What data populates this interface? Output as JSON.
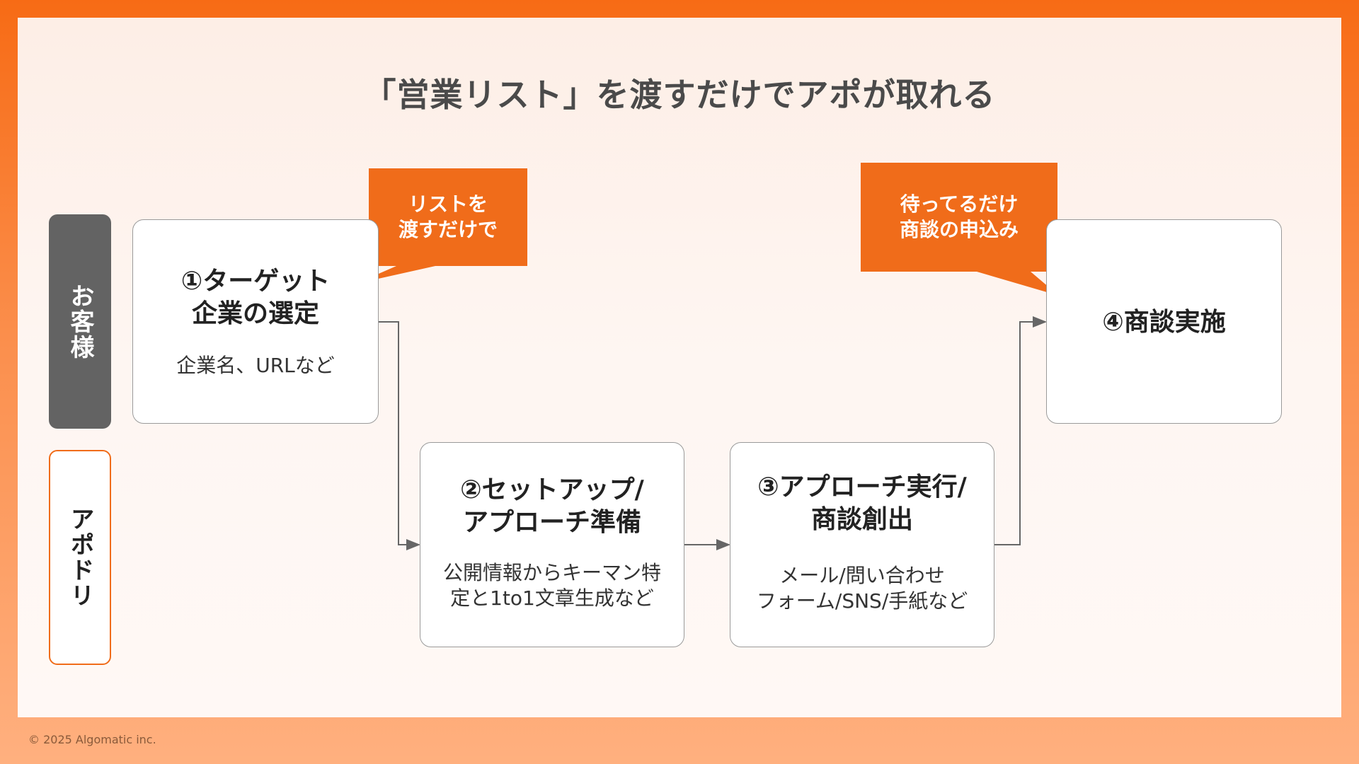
{
  "title": "「営業リスト」を渡すだけでアポが取れる",
  "lanes": {
    "customer": "お客様",
    "apodori": "アポドリ"
  },
  "steps": [
    {
      "title_line1": "①ターゲット",
      "title_line2": "企業の選定",
      "sub_line1": "企業名、URLなど",
      "sub_line2": ""
    },
    {
      "title_line1": "②セットアップ/",
      "title_line2": "アプローチ準備",
      "sub_line1": "公開情報からキーマン特",
      "sub_line2": "定と1to1文章生成など"
    },
    {
      "title_line1": "③アプローチ実行/",
      "title_line2": "商談創出",
      "sub_line1": "メール/問い合わせ",
      "sub_line2": "フォーム/SNS/手紙など"
    },
    {
      "title_line1": "④商談実施",
      "title_line2": "",
      "sub_line1": "",
      "sub_line2": ""
    }
  ],
  "callouts": [
    {
      "line1": "リストを",
      "line2": "渡すだけで"
    },
    {
      "line1": "待ってるだけ",
      "line2": "商談の申込み"
    }
  ],
  "footer": "© 2025 Algomatic inc.",
  "colors": {
    "accent": "#f06c1a",
    "lane_customer_bg": "#636363",
    "title_text": "#4a4a4a",
    "connector": "#666666"
  }
}
